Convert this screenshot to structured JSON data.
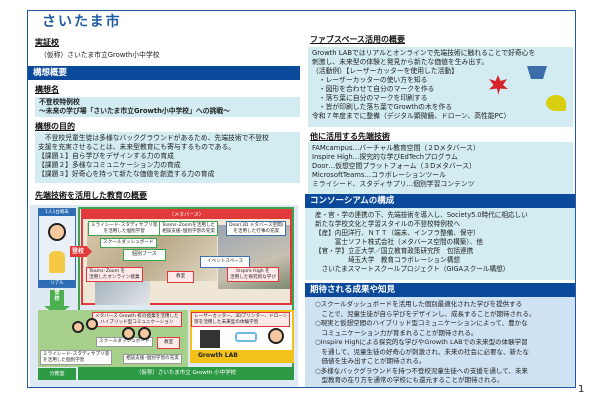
{
  "title": "さいたま市",
  "left": {
    "school_heading": "実証校",
    "school_name": "（仮称）さいたま市立Growth小中学校",
    "overview_bar": "構想概要",
    "concept_name_heading": "構想名",
    "concept_name": "不登校特例校\n～未来の学び場「さいたま市立Growth小中学校」への挑戦～",
    "purpose_heading": "構想の目的",
    "purpose": "　不登校児童生徒は多様なバックグラウンドがあるため、先端技術で不登校\n支援を充実させることは、未来型教育にも寄与するものである。\n【課題１】自ら学びをデザインする力の育成\n【課題２】多様なコミュニケーション力の育成\n【課題３】好奇心を持って新たな価値を創造する力の育成",
    "tech_heading": "先端技術を活用した教育の概要"
  },
  "diagram": {
    "device": "1人1台端末",
    "real": "リアル",
    "attend_right": "登校",
    "attend_down": "登\n校",
    "metaverse": "（メタバース）",
    "labels": {
      "mirai_meta": "ミライシード･スタディサプリ等\nを活用した個別学習",
      "teams_meta": "Teams･Zoomを活用した\n相談支援･個別学習の充実",
      "door": "Door(3D メタバース空間)\nを活用した行事の充実",
      "dashboard_meta": "スクールダッシュボード",
      "booth": "個別ブース",
      "event": "イベントスペース",
      "teams_online": "Teams･Zoom を\n活用したオンライン授業",
      "classroom_meta": "教室",
      "inspire": "Inspire High を\n活用した探究的な学び",
      "hybrid": "メタバース Growth 校の授業を活用した\nハイブリッド型コミュニケーション",
      "laser": "レーザーカッター、3Dプリンター、ドローン\n等を活用した未来型の体験学習",
      "dashboard_real": "スクールダッシュボード",
      "classroom_real": "教室",
      "mirai_real": "ミライシード･スタディサプリ等\nを活用した個別学習",
      "counsel": "相談支援･個別学習の充実",
      "growth_lab": "Growth LAB"
    },
    "branch": "分教室",
    "school_footer": "（仮称）さいたま市立 Growth 小中学校"
  },
  "right": {
    "fab_heading": "ファブスペース活用の概要",
    "fab_text": "Growth LABではリアルとオンラインで先端技術に触れることで好奇心を\n刺激し、未来型の体験と発見から新たな価値を生み出す。\n（活動例）【レーザーカッターを使用した活動】\n　・レーザーカッターの使い方を知る\n　・図形を合わせて自分のマークを作る\n　・落ち葉に自分のマークを印刷する\n　・皆が印刷した落ち葉でGrowthの木を作る\n令和７年度までに整備（デジタル顕微鏡、ドローン、高性能PC）",
    "other_heading": "他に活用する先端技術",
    "other_text": "FAMcampus…バーチャル教育空間（２Dメタバース）\nInspire High…探究的な学びEdTechプログラム\nDoor…仮想空間プラットフォーム（３Dメタバース）\nMicrosoftTeams…コラボレーションツール\nミライシード、スタディサプリ…個別学習コンテンツ",
    "consortium_bar": "コンソーシアムの構成",
    "consortium_text": "産・官・学の連携の下、先端技術を導入し、Society5.0時代に相応しい\n新たな学校文化と学習スタイルの不登校特例校へ\n【産】内田洋行、ＮＴＴ（端末、インフラ整備、保守）\n　　　富士ソフト株式会社（メタバース空間の構築）、他\n【官・学】立正大学／国立教育政策研究所　包括連携\n　　　　　埼玉大学　教育コラボレーション構想\n　さいたまスマートスクールプロジェクト（GIGAスクール構想）",
    "expected_bar": "期待される成果や知見",
    "expected_text": "○スクールダッシュボードを活用した個別最適化された学びを提供する\n　ことで、児童生徒が自ら学びをデザインし、成長することが期待される。\n○現実と仮想空間のハイブリッド型コミュニケーションによって、豊かな\n　コミュニケーション力が育まれることが期待される。\n○Inspire Highによる探究的な学びやGrowth LABでの未来型の体験学習\n　を通して、児童生徒の好奇心が刺激され、未来の社会に必要な、新たな\n　価値を生み出すことが期待される。\n○多様なバックグラウンドを持つ不登校児童生徒への支援を通して、未来\n　型教育の在り方を通常の学校にも還元することが期待される。"
  },
  "page_number": "1",
  "colors": {
    "bar": "#0b4a9a",
    "title": "#1f5aa6",
    "light_box": "#d2ecf1",
    "metaverse": "#e23a3a",
    "school_green": "#2f9a46",
    "growth_lab": "#f2c21b"
  }
}
